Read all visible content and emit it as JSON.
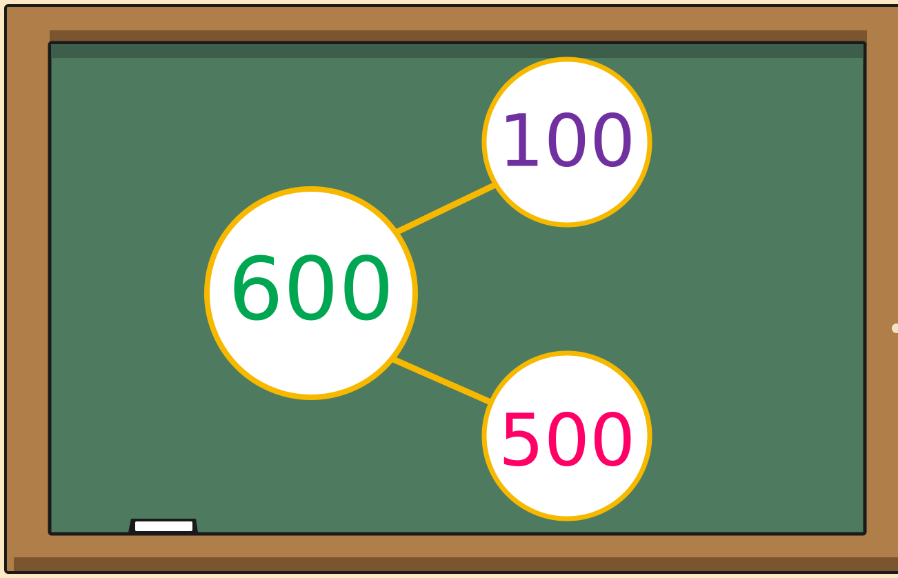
{
  "colors": {
    "background": "#fde9c4",
    "frame": "#b07f49",
    "frame_dark": "#7a5530",
    "board": "#4e7a60",
    "board_top_shadow": "#3d5e4b",
    "outline": "#1a1a1a",
    "connector": "#f7b900",
    "circle_fill": "#ffffff",
    "circle_stroke": "#f7b900",
    "chalk": "#ffffff"
  },
  "diagram": {
    "type": "part-whole-model",
    "whole": {
      "value": "600",
      "color": "#00a651"
    },
    "parts": [
      {
        "value": "100",
        "color": "#7030a0"
      },
      {
        "value": "500",
        "color": "#ff0066"
      }
    ]
  }
}
